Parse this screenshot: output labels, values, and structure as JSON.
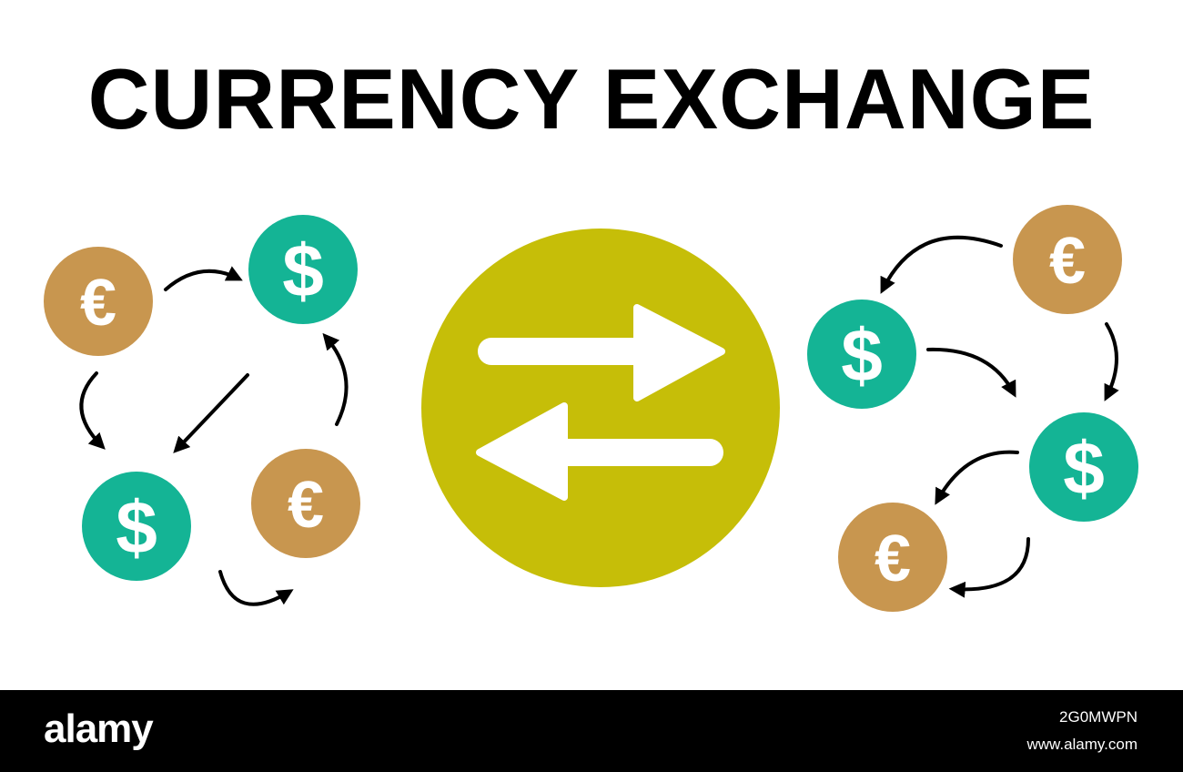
{
  "title": "CURRENCY EXCHANGE",
  "colors": {
    "euro_coin": "#C8964F",
    "dollar_coin": "#14B495",
    "center_circle": "#C6BE08",
    "arrow": "#000000",
    "footer": "#000000"
  },
  "symbols": {
    "euro": "€",
    "dollar": "$"
  },
  "icons": [
    "euro-coin-icon",
    "dollar-coin-icon",
    "exchange-arrows-icon",
    "curved-arrow-icon"
  ],
  "footer": {
    "brand": "alamy",
    "image_id": "2G0MWPN",
    "site": "www.alamy.com"
  }
}
